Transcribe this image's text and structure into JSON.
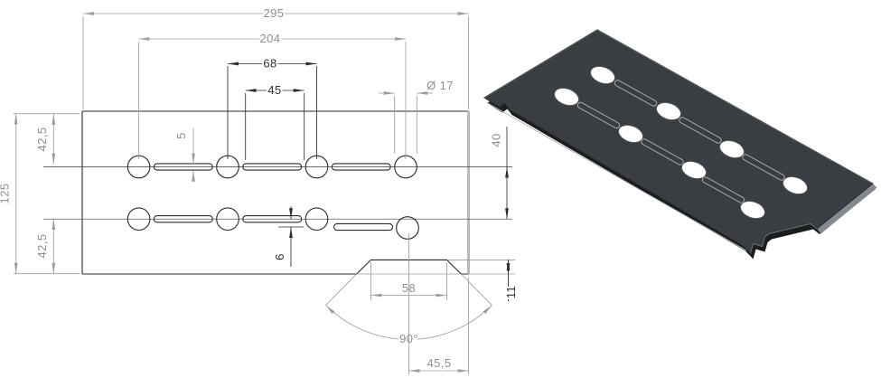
{
  "front_view": {
    "dims": {
      "total_width": "295",
      "hole_span": "204",
      "hole_pitch": "68",
      "slot_length": "45",
      "hole_diameter": "Ø 17",
      "top_row_offset": "42,5",
      "total_height": "125",
      "bottom_row_offset": "42,5",
      "slot_width": "5",
      "row_spacing": "40",
      "slot_offset": "6",
      "notch_width": "58",
      "notch_angle": "90°",
      "notch_center_to_edge": "45,5",
      "notch_depth": "11"
    }
  },
  "colors": {
    "drawing_line": "#2b2b2b",
    "dim_gray": "#8f8f8f",
    "dim_black": "#2e2e2e",
    "highlight_edge": "#b9b9b9",
    "plate_top": "#3a3d41",
    "plate_side": "#1a1c1e",
    "plate_bevel": "#85898e"
  }
}
